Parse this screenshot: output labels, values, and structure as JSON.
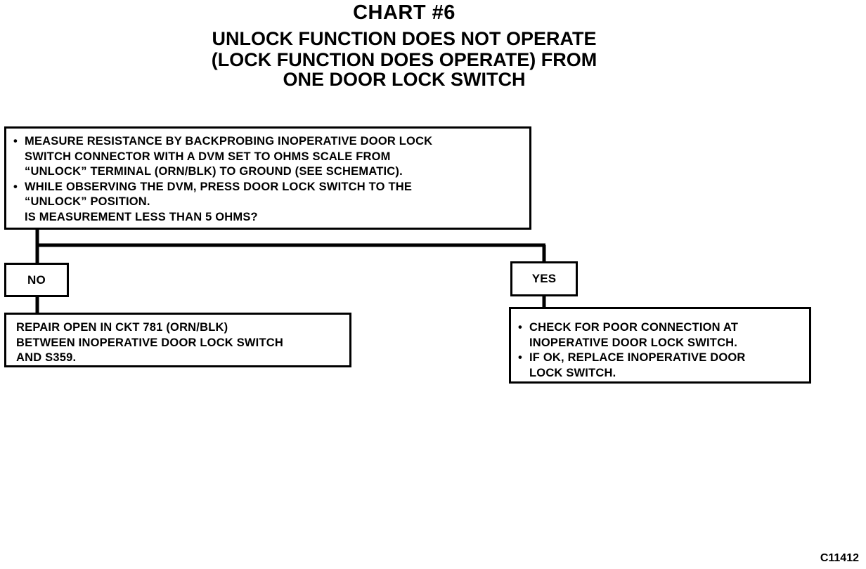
{
  "title": {
    "line1": "CHART #6",
    "line2": "UNLOCK FUNCTION DOES NOT OPERATE",
    "line3": "(LOCK FUNCTION DOES OPERATE) FROM",
    "line4": "ONE DOOR LOCK SWITCH"
  },
  "main_step": {
    "bullet": "•",
    "item1_line1": "MEASURE RESISTANCE BY BACKPROBING INOPERATIVE DOOR LOCK",
    "item1_line2": "SWITCH CONNECTOR WITH A DVM SET TO OHMS SCALE FROM",
    "item1_line3": "“UNLOCK” TERMINAL (ORN/BLK) TO GROUND (SEE SCHEMATIC).",
    "item2_line1": "WHILE OBSERVING THE DVM, PRESS DOOR LOCK SWITCH TO THE",
    "item2_line2": "“UNLOCK” POSITION.",
    "question": "IS MEASUREMENT LESS THAN 5 OHMS?"
  },
  "branches": {
    "no_label": "NO",
    "yes_label": "YES"
  },
  "no_result": {
    "line1": "REPAIR OPEN IN CKT 781 (ORN/BLK)",
    "line2": "BETWEEN INOPERATIVE DOOR LOCK SWITCH",
    "line3": "AND S359."
  },
  "yes_result": {
    "bullet": "•",
    "item1_line1": "CHECK FOR POOR CONNECTION AT",
    "item1_line2": "INOPERATIVE DOOR LOCK SWITCH.",
    "item2_line1": "IF OK, REPLACE INOPERATIVE DOOR",
    "item2_line2": "LOCK SWITCH."
  },
  "figure_ref": "C11412"
}
